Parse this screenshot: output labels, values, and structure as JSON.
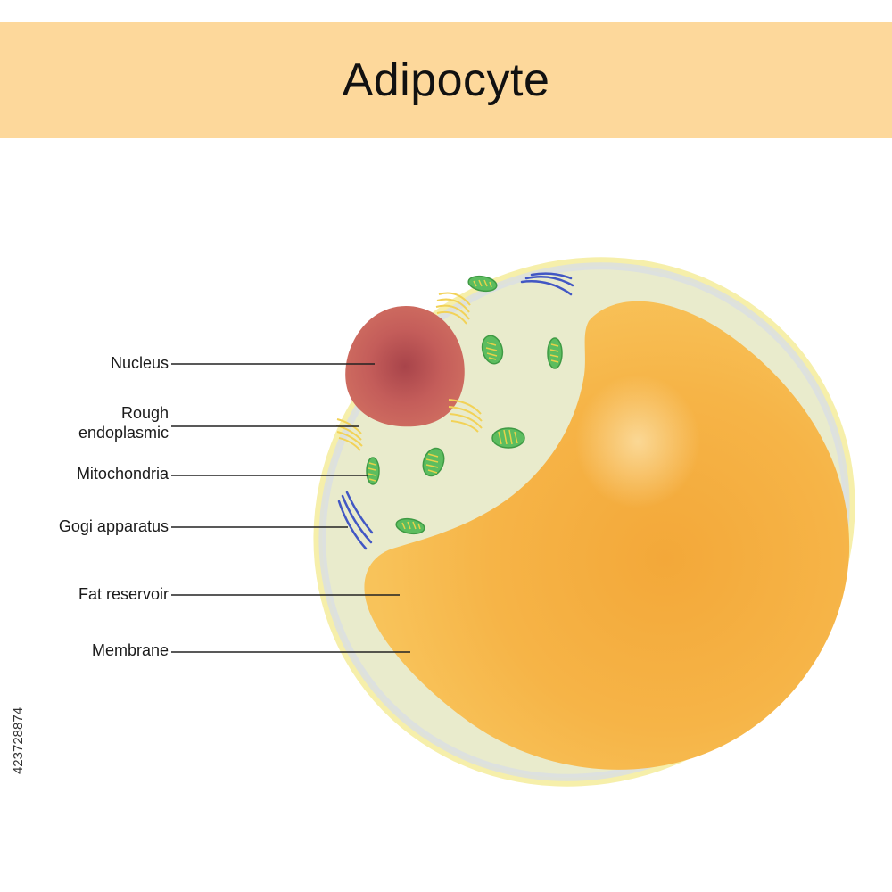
{
  "title": "Adipocyte",
  "labels": {
    "nucleus": "Nucleus",
    "rough_er_line1": "Rough",
    "rough_er_line2": "endoplasmic",
    "mitochondria": "Mitochondria",
    "golgi": "Gogi apparatus",
    "fat_reservoir": "Fat reservoir",
    "membrane": "Membrane"
  },
  "stock_id": "423728874",
  "colors": {
    "title_band": "#fdd89b",
    "membrane_outer": "#f5eea6",
    "cytoplasm": "#eaecc9",
    "nucleus": "#c8605a",
    "fat": "#f6b245",
    "mitochondria": "#5cbd5f",
    "golgi": "#4257c4",
    "rough_er": "#f2d257"
  }
}
